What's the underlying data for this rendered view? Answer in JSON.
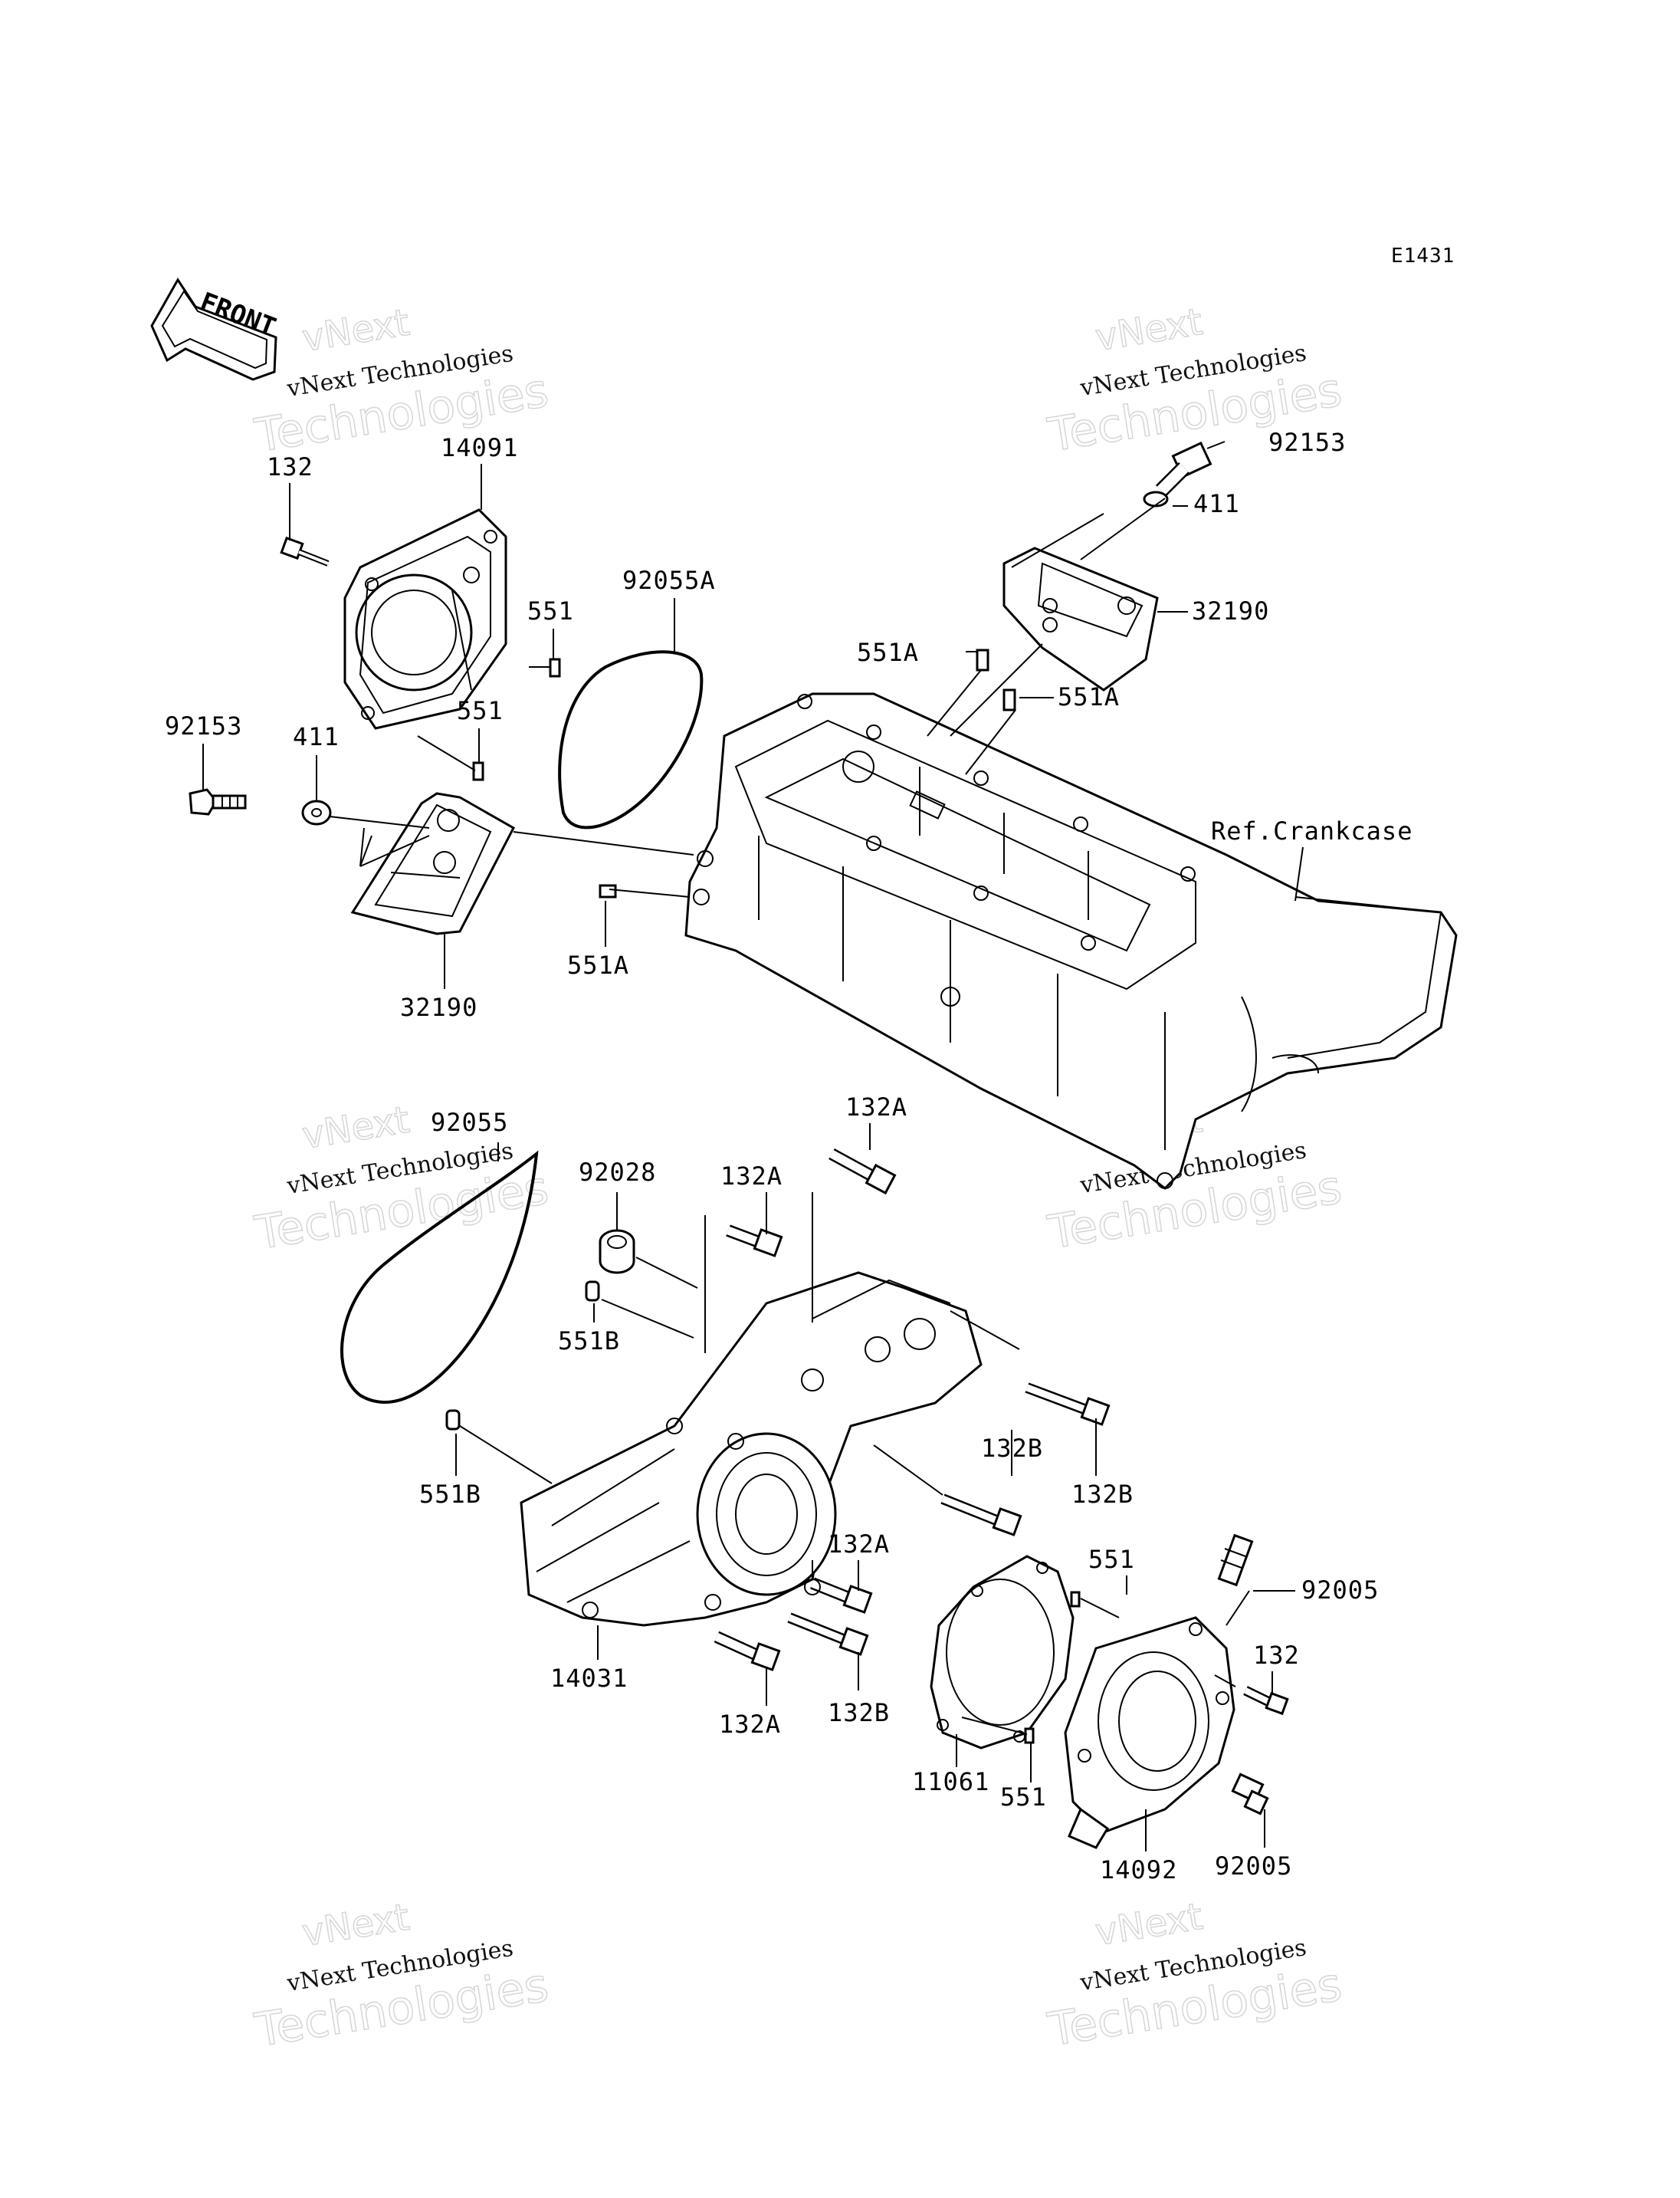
{
  "diagram_code": "E1431",
  "front_label": "FRONT",
  "reference_label": "Ref.Crankcase",
  "watermark": {
    "top": "vNext",
    "middle": "vNext Technologies",
    "bottom": "Technologies"
  },
  "part_labels": {
    "p92153_top": "92153",
    "p411_top": "411",
    "p32190_top": "32190",
    "p551A_a": "551A",
    "p551A_b": "551A",
    "p551A_c": "551A",
    "p132_top": "132",
    "p14091": "14091",
    "p551_a": "551",
    "p551_b": "551",
    "p92055A": "92055A",
    "p92153_left": "92153",
    "p411_left": "411",
    "p32190_left": "32190",
    "p92055": "92055",
    "p92028": "92028",
    "p132A_a": "132A",
    "p132A_b": "132A",
    "p132A_c": "132A",
    "p132A_d": "132A",
    "p551B_a": "551B",
    "p551B_b": "551B",
    "p132B_a": "132B",
    "p132B_b": "132B",
    "p132B_c": "132B",
    "p14031": "14031",
    "p551_c": "551",
    "p551_d": "551",
    "p11061": "11061",
    "p14092": "14092",
    "p92005_a": "92005",
    "p92005_b": "92005",
    "p132_b": "132"
  }
}
